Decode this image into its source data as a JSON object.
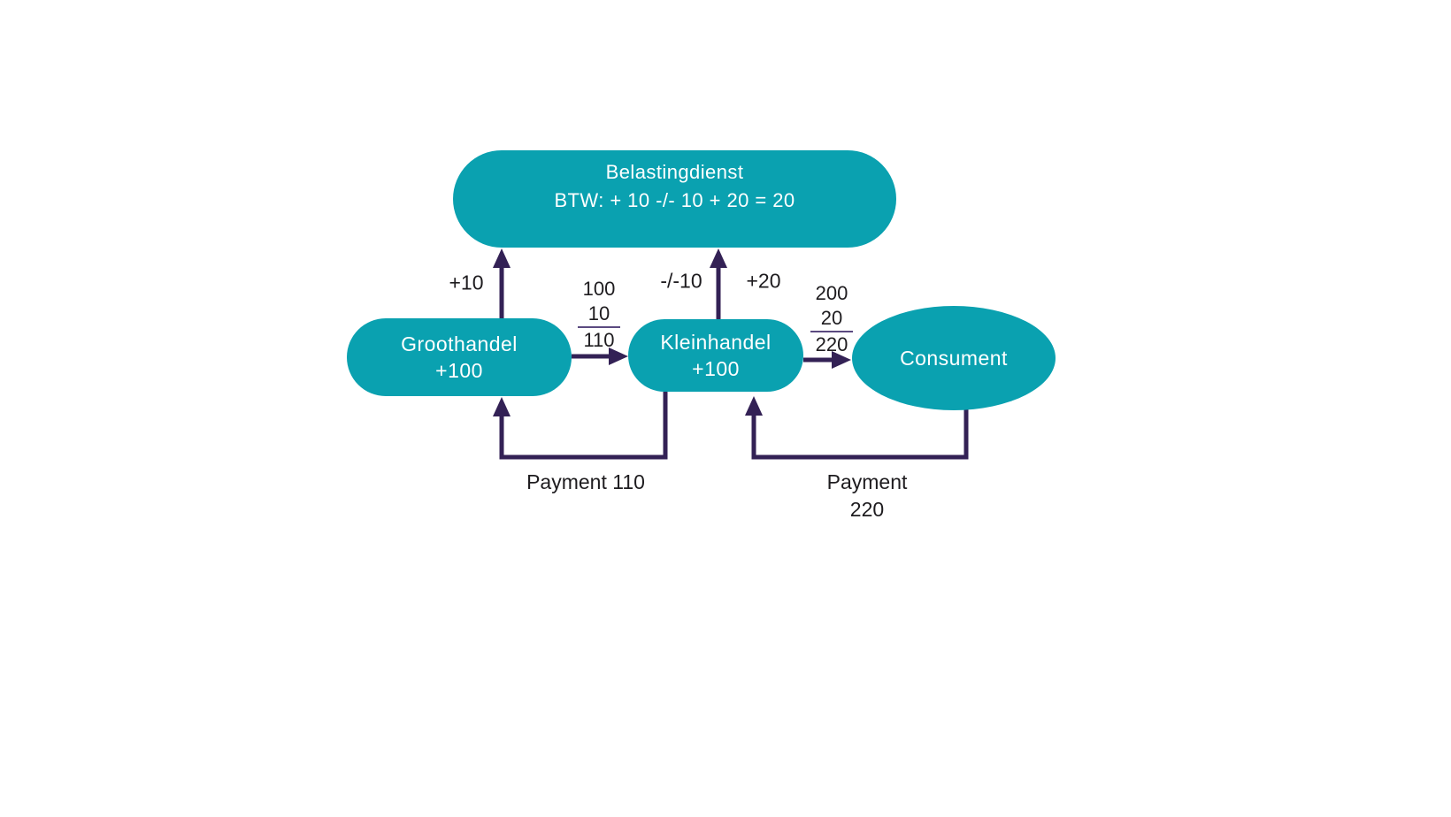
{
  "theme": {
    "background": "#ffffff",
    "node_fill": "#0aa1b0",
    "node_text_color": "#ffffff",
    "arrow_color": "#332155",
    "label_color": "#1e1c1f",
    "sum_line_color": "#5b4a80"
  },
  "nodes": {
    "tax_office": {
      "title": "Belastingdienst",
      "subtitle": "BTW: + 10 -/- 10 + 20 = 20"
    },
    "wholesale": {
      "title": "Groothandel",
      "subtitle": "+100"
    },
    "retail": {
      "title": "Kleinhandel",
      "subtitle": "+100"
    },
    "consumer": {
      "title": "Consument"
    }
  },
  "vat_labels": {
    "wholesale_remit": "+10",
    "retail_deduct": "-/-10",
    "retail_remit": "+20"
  },
  "invoices": {
    "wholesale_to_retail": {
      "net": "100",
      "vat": "10",
      "total": "110"
    },
    "retail_to_consumer": {
      "net": "200",
      "vat": "20",
      "total": "220"
    }
  },
  "payments": {
    "retail_to_wholesale": "Payment 110",
    "consumer_to_retail_line1": "Payment",
    "consumer_to_retail_line2": "220"
  }
}
